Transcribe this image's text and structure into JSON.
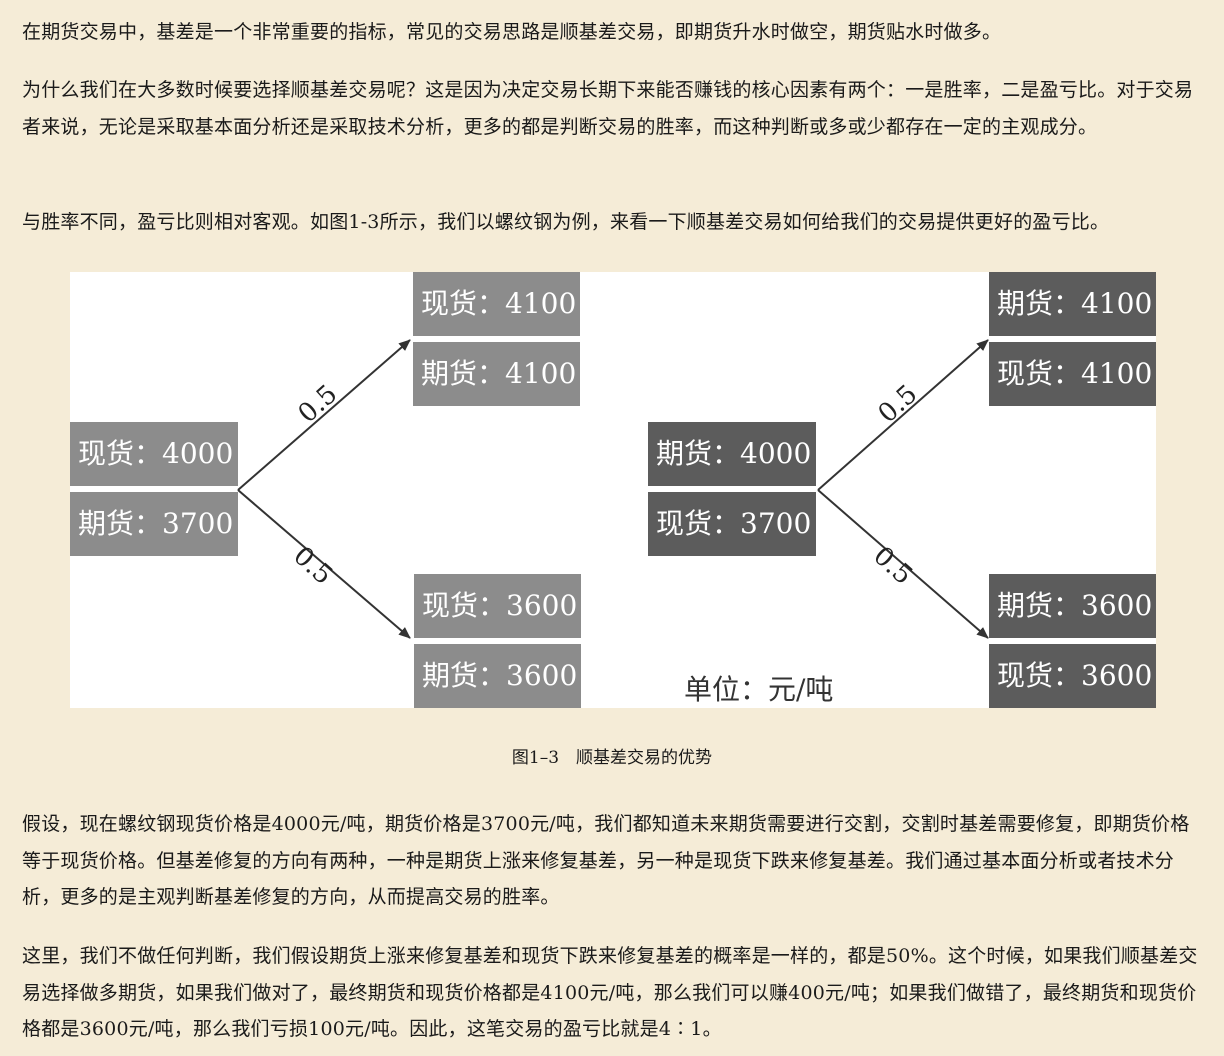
{
  "paragraphs": {
    "p1": "在期货交易中，基差是一个非常重要的指标，常见的交易思路是顺基差交易，即期货升水时做空，期货贴水时做多。",
    "p2": "为什么我们在大多数时候要选择顺基差交易呢？这是因为决定交易长期下来能否赚钱的核心因素有两个：一是胜率，二是盈亏比。对于交易者来说，无论是采取基本面分析还是采取技术分析，更多的都是判断交易的胜率，而这种判断或多或少都存在一定的主观成分。",
    "p3": "与胜率不同，盈亏比则相对客观。如图1-3所示，我们以螺纹钢为例，来看一下顺基差交易如何给我们的交易提供更好的盈亏比。",
    "p4": "假设，现在螺纹钢现货价格是4000元/吨，期货价格是3700元/吨，我们都知道未来期货需要进行交割，交割时基差需要修复，即期货价格等于现货价格。但基差修复的方向有两种，一种是期货上涨来修复基差，另一种是现货下跌来修复基差。我们通过基本面分析或者技术分析，更多的是主观判断基差修复的方向，从而提高交易的胜率。",
    "p5": "这里，我们不做任何判断，我们假设期货上涨来修复基差和现货下跌来修复基差的概率是一样的，都是50%。这个时候，如果我们顺基差交易选择做多期货，如果我们做对了，最终期货和现货价格都是4100元/吨，那么我们可以赚400元/吨；如果我们做错了，最终期货和现货价格都是3600元/吨，那么我们亏损100元/吨。因此，这笔交易的盈亏比就是4∶1。"
  },
  "figure": {
    "caption": "图1–3　顺基差交易的优势",
    "unit_label": "单位：元/吨",
    "probability_label": "0.5",
    "left_tree": {
      "start": [
        "现货：4000",
        "期货：3700"
      ],
      "up": [
        "现货：4100",
        "期货：4100"
      ],
      "down": [
        "现货：3600",
        "期货：3600"
      ]
    },
    "right_tree": {
      "start": [
        "期货：4000",
        "现货：3700"
      ],
      "up": [
        "期货：4100",
        "现货：4100"
      ],
      "down": [
        "期货：3600",
        "现货：3600"
      ]
    },
    "colors": {
      "left_boxes": "#8c8c8c",
      "right_boxes": "#5c5c5c",
      "arrows": "#333333"
    }
  }
}
